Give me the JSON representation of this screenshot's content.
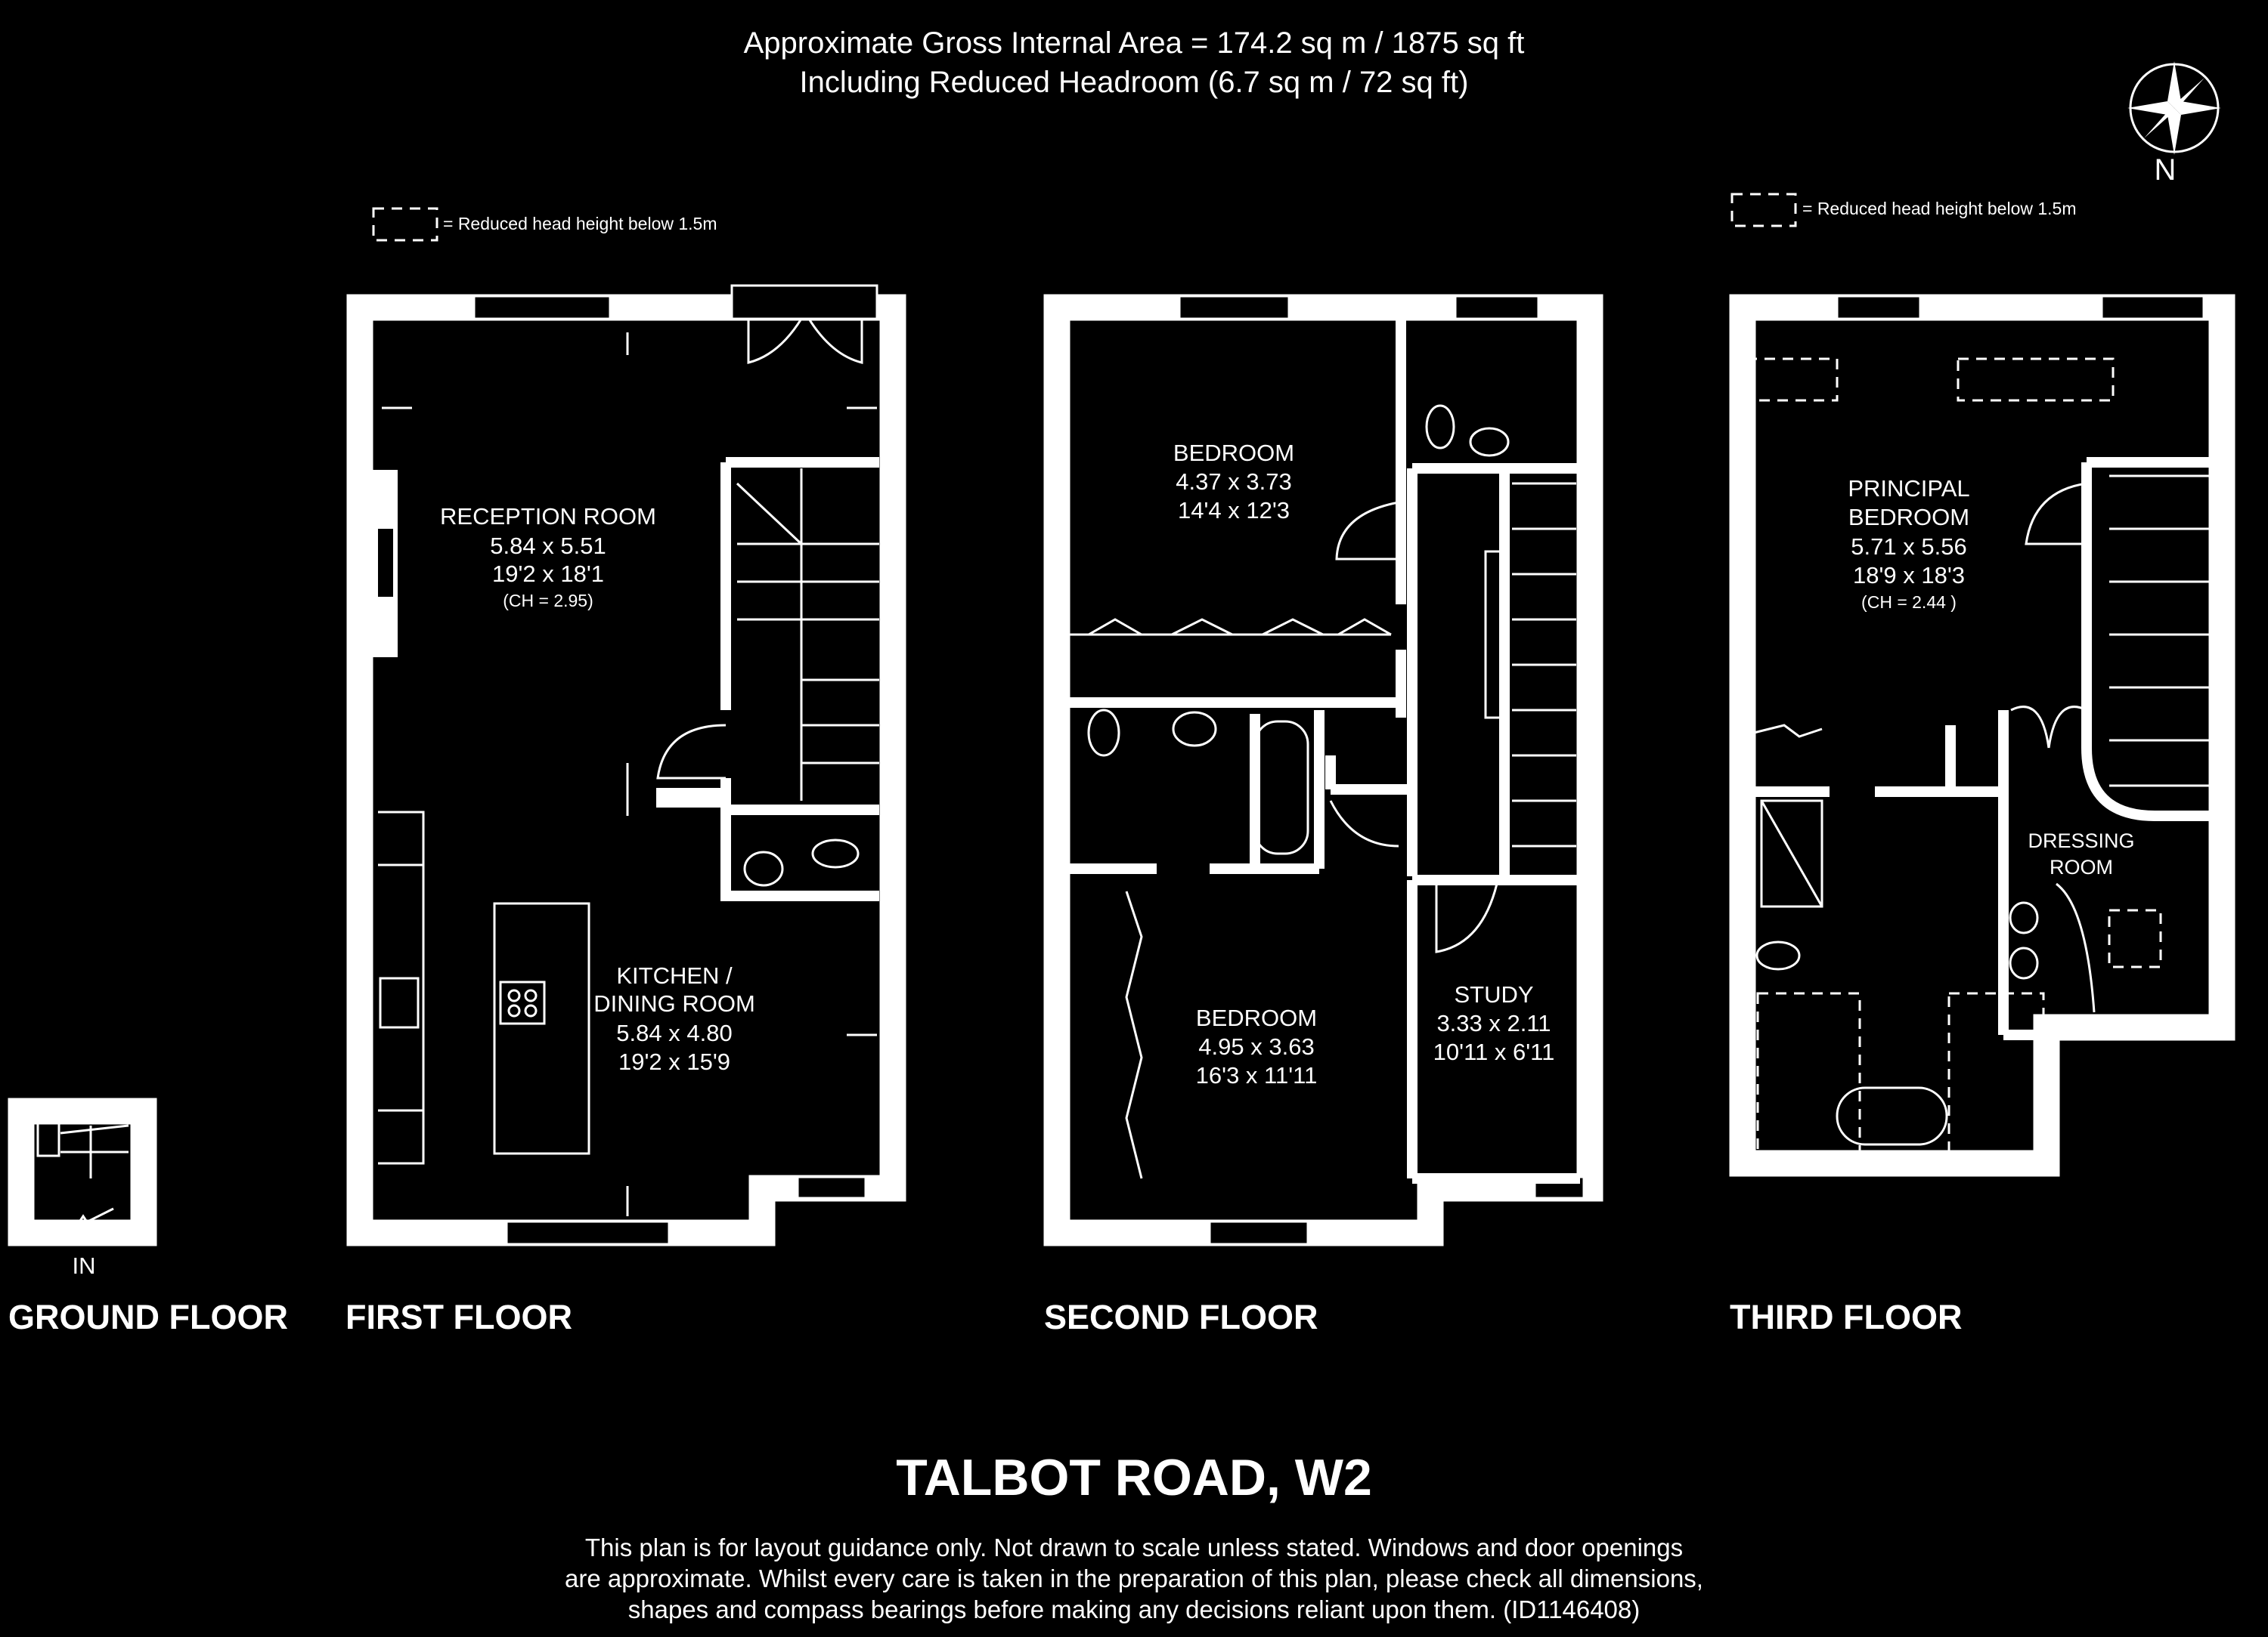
{
  "header": {
    "area_line": "Approximate Gross Internal Area = 174.2 sq m / 1875 sq ft",
    "headroom_line": "Including Reduced Headroom (6.7 sq m / 72 sq ft)"
  },
  "legend": {
    "reduced_head_height": "= Reduced head height below 1.5m"
  },
  "compass": {
    "icon": "compass-rose-icon",
    "north_label": "N"
  },
  "floors": {
    "ground": {
      "label": "GROUND FLOOR",
      "entrance": "IN"
    },
    "first": {
      "label": "FIRST FLOOR",
      "rooms": [
        {
          "name": "RECEPTION ROOM",
          "metric": "5.84 x 5.51",
          "imperial": "19'2 x 18'1",
          "note": "(CH = 2.95)"
        },
        {
          "name_line1": "KITCHEN /",
          "name_line2": "DINING ROOM",
          "metric": "5.84 x 4.80",
          "imperial": "19'2 x 15'9"
        }
      ]
    },
    "second": {
      "label": "SECOND FLOOR",
      "rooms": [
        {
          "name": "BEDROOM",
          "metric": "4.37 x 3.73",
          "imperial": "14'4 x 12'3"
        },
        {
          "name": "BEDROOM",
          "metric": "4.95 x 3.63",
          "imperial": "16'3 x 11'11"
        },
        {
          "name": "STUDY",
          "metric": "3.33 x 2.11",
          "imperial": "10'11 x 6'11"
        }
      ]
    },
    "third": {
      "label": "THIRD FLOOR",
      "rooms": [
        {
          "name_line1": "PRINCIPAL",
          "name_line2": "BEDROOM",
          "metric": "5.71 x 5.56",
          "imperial": "18'9 x 18'3",
          "note": "(CH = 2.44 )"
        },
        {
          "name_line1": "DRESSING",
          "name_line2": "ROOM"
        }
      ]
    }
  },
  "footer": {
    "title": "TALBOT ROAD, W2",
    "disclaimer": [
      "This plan is for layout guidance only. Not drawn to scale unless stated. Windows and door openings",
      "are approximate. Whilst every care is taken in the preparation of this plan, please check all dimensions,",
      "shapes and compass bearings before making any decisions reliant upon them. (ID1146408)"
    ]
  }
}
